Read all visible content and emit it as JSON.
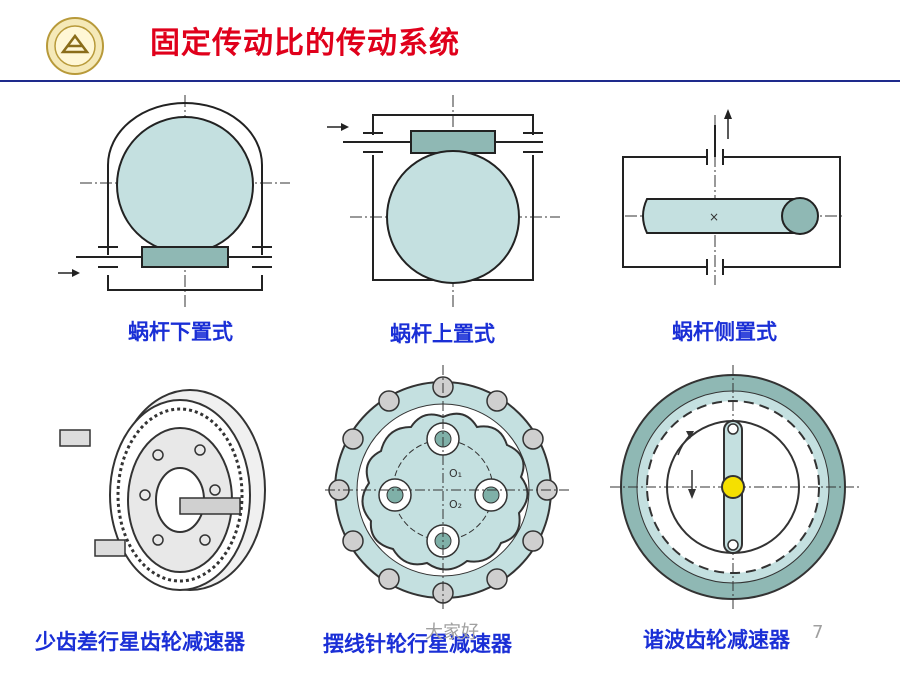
{
  "slide": {
    "title": "固定传动比的传动系统",
    "logo": "university-seal",
    "colors": {
      "title": "#e0001b",
      "caption": "#1a2fd6",
      "rule": "#1e2a8c",
      "fill": "#c4e0e0",
      "worm": "#8fb8b4"
    }
  },
  "captions": [
    "蜗杆下置式",
    "蜗杆上置式",
    "蜗杆侧置式",
    "少齿差行星齿轮减速器",
    "摆线针轮行星减速器",
    "谐波齿轮减速器"
  ],
  "diagram_labels": {
    "o1": "O₁",
    "o2": "O₂"
  },
  "footer": {
    "watermark": "大家好",
    "page_number": "7"
  }
}
